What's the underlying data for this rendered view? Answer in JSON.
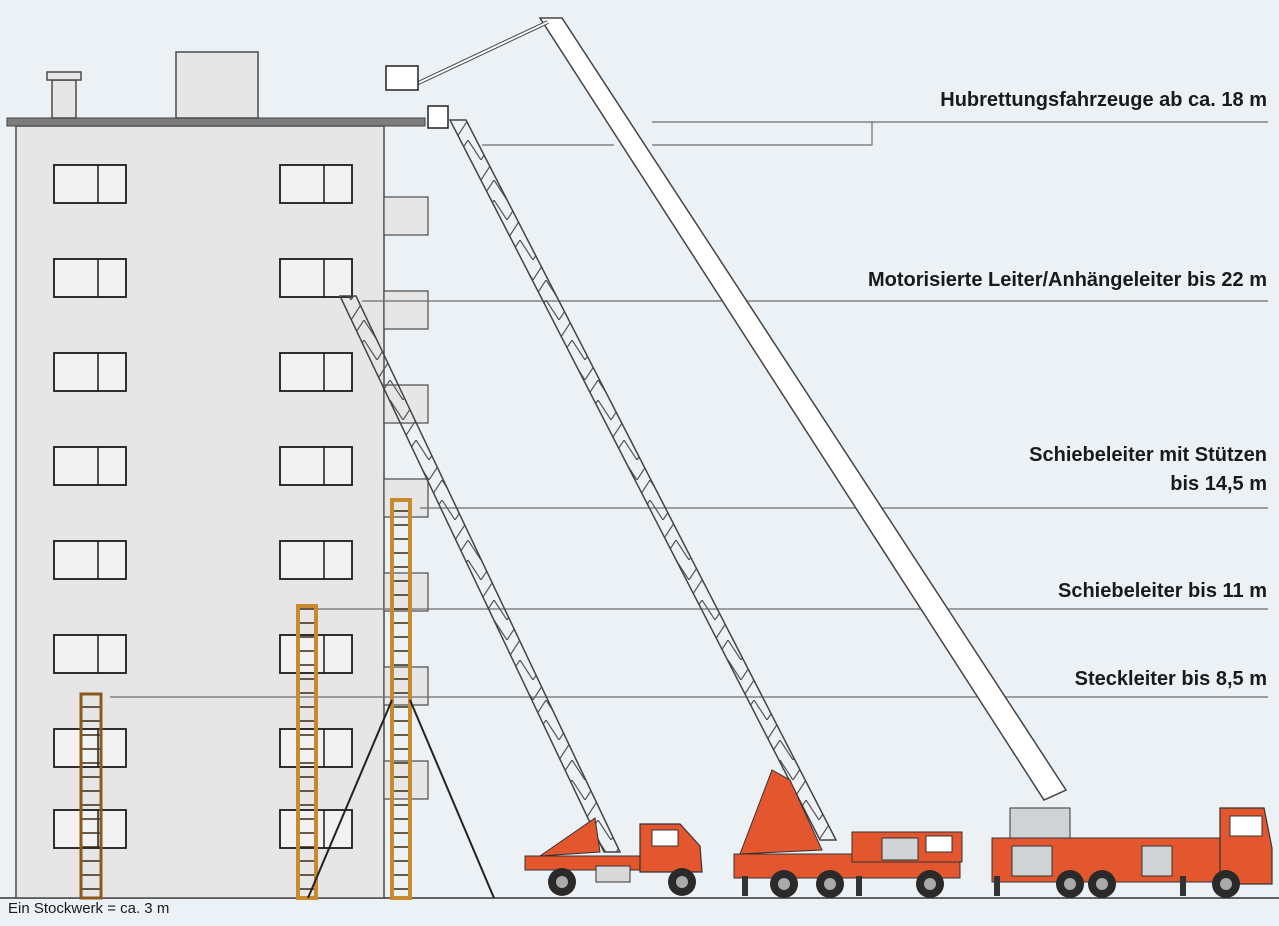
{
  "labels": {
    "hubrettung": "Hubrettungsfahrzeuge ab ca. 18 m",
    "motorisiert": "Motorisierte Leiter/Anhängeleiter bis 22 m",
    "schiebe_stuetzen_1": "Schiebeleiter mit Stützen",
    "schiebe_stuetzen_2": "bis 14,5 m",
    "schiebe": "Schiebeleiter bis 11 m",
    "steck": "Steckleiter bis 8,5 m"
  },
  "footnote": "Ein Stockwerk = ca. 3 m",
  "colors": {
    "background": "#ecf1f5",
    "building": "#e6e6e6",
    "building_outline": "#4a4a4a",
    "roof": "#7d7d7d",
    "window_frame": "#1a1a1a",
    "wood_ladder": "#c98a2f",
    "vehicle_red": "#e4572e",
    "vehicle_grey": "#cfd3d6",
    "ladder_white": "#ffffff",
    "leader_line": "#6e6e6e"
  },
  "icons": [
    "building",
    "window",
    "roof-chimney",
    "balcony",
    "steckleiter",
    "schiebeleiter",
    "schiebeleiter-mit-stuetzen",
    "anhaengeleiter-truck",
    "drehleiter-truck",
    "hubrettung-truck"
  ]
}
